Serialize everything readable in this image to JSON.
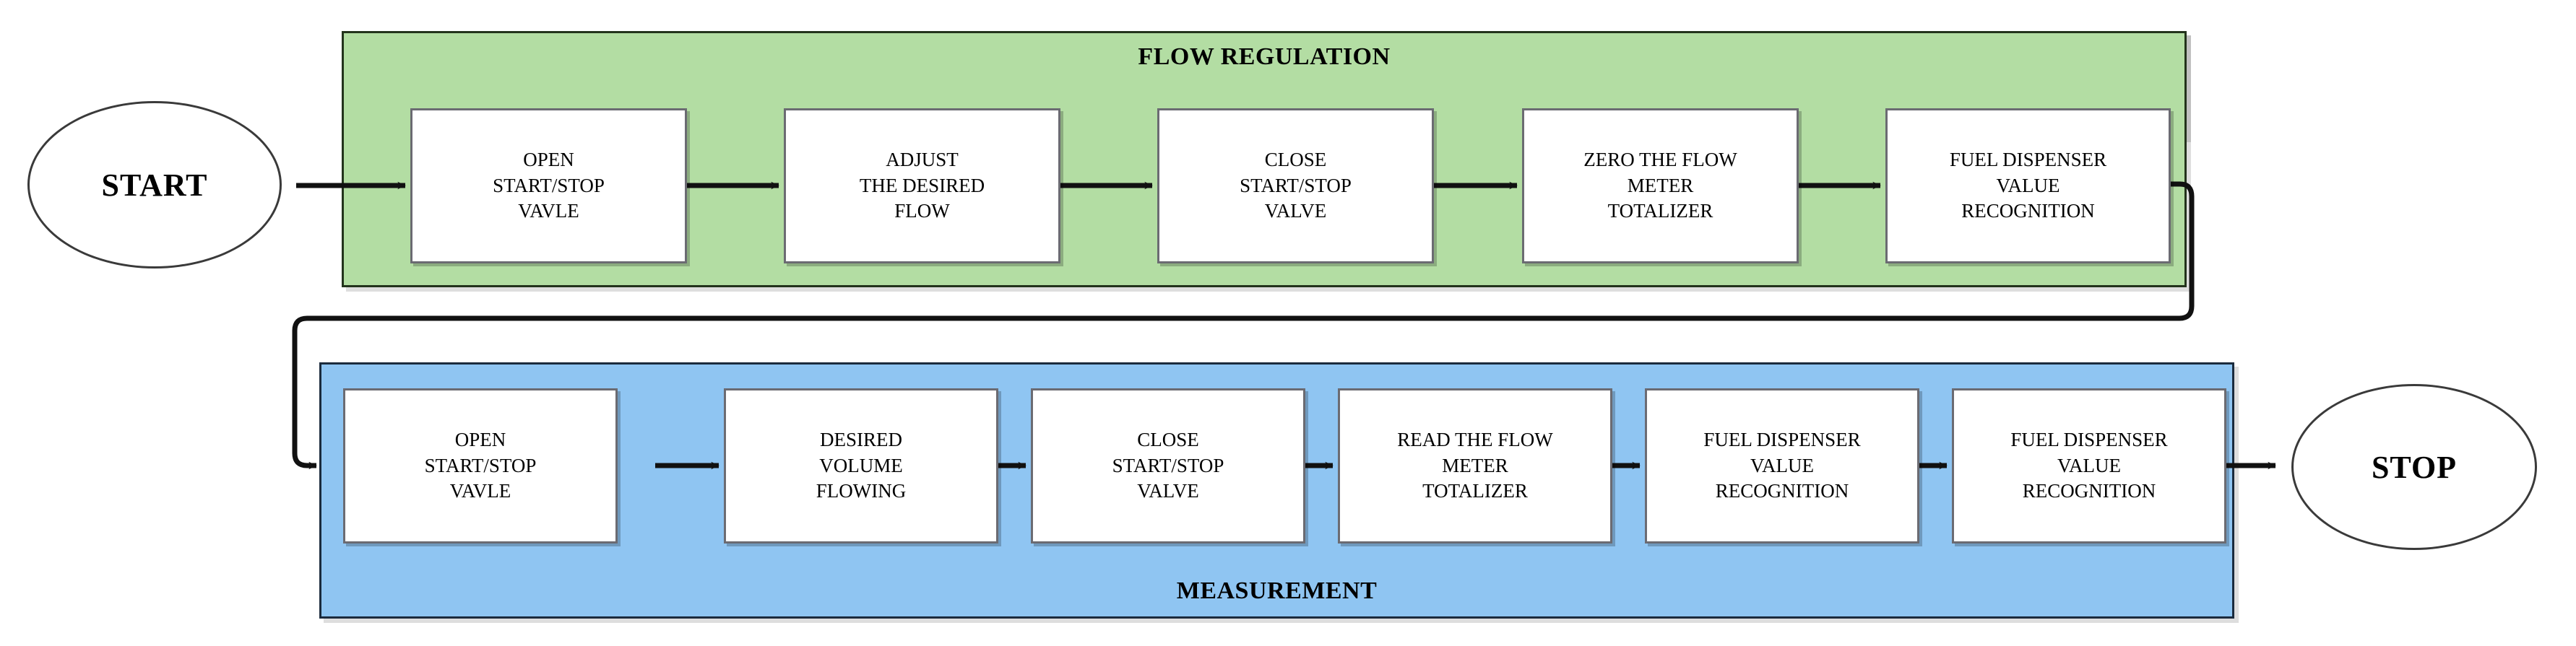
{
  "diagram": {
    "title": "Fuel dispenser flow regulation and measurement procedure flowchart",
    "colors": {
      "panel_flow_regulation": "#b3dda3",
      "panel_measurement": "#8fc5f2",
      "box_fill": "#ffffff",
      "box_border": "#6b6b72",
      "connector": "#1a1a1a",
      "text": "#000000",
      "background": "#ffffff"
    }
  },
  "terminators": {
    "start": {
      "label": "START"
    },
    "stop": {
      "label": "STOP"
    }
  },
  "panels": [
    {
      "id": "flow-regulation",
      "title": "FLOW REGULATION",
      "title_position": "top",
      "color": "#b3dda3",
      "steps": [
        {
          "id": "open-start-stop-vavle-1",
          "lines": [
            "OPEN",
            "START/STOP",
            "VAVLE"
          ]
        },
        {
          "id": "adjust-the-desired-flow",
          "lines": [
            "ADJUST",
            "THE DESIRED",
            "FLOW"
          ]
        },
        {
          "id": "close-start-stop-valve-1",
          "lines": [
            "CLOSE",
            "START/STOP",
            "VALVE"
          ]
        },
        {
          "id": "zero-the-flow-meter-totalizer",
          "lines": [
            "ZERO THE FLOW",
            "METER",
            "TOTALIZER"
          ]
        },
        {
          "id": "fuel-dispenser-value-recognition-1",
          "lines": [
            "FUEL DISPENSER",
            "VALUE",
            "RECOGNITION"
          ]
        }
      ]
    },
    {
      "id": "measurement",
      "title": "MEASUREMENT",
      "title_position": "bottom",
      "color": "#8fc5f2",
      "steps": [
        {
          "id": "open-start-stop-vavle-2",
          "lines": [
            "OPEN",
            "START/STOP",
            "VAVLE"
          ]
        },
        {
          "id": "desired-volume-flowing",
          "lines": [
            "DESIRED",
            "VOLUME",
            "FLOWING"
          ]
        },
        {
          "id": "close-start-stop-valve-2",
          "lines": [
            "CLOSE",
            "START/STOP",
            "VALVE"
          ]
        },
        {
          "id": "read-the-flow-meter-totalizer",
          "lines": [
            "READ THE FLOW",
            "METER",
            "TOTALIZER"
          ]
        },
        {
          "id": "fuel-dispenser-value-recognition-2",
          "lines": [
            "FUEL DISPENSER",
            "VALUE",
            "RECOGNITION"
          ]
        },
        {
          "id": "fuel-dispenser-value-recognition-3",
          "lines": [
            "FUEL DISPENSER",
            "VALUE",
            "RECOGNITION"
          ]
        }
      ]
    }
  ],
  "connectors": [
    {
      "id": "start-to-step1",
      "type": "arrow-right"
    },
    {
      "id": "green-step1-to-step2",
      "type": "arrow-right"
    },
    {
      "id": "green-step2-to-step3",
      "type": "arrow-right"
    },
    {
      "id": "green-step3-to-step4",
      "type": "arrow-right"
    },
    {
      "id": "green-step4-to-step5",
      "type": "arrow-right"
    },
    {
      "id": "green-row-to-blue-row-loopback",
      "type": "elbow-loop"
    },
    {
      "id": "blue-step1-to-step2",
      "type": "arrow-right"
    },
    {
      "id": "blue-step2-to-step3",
      "type": "arrow-right"
    },
    {
      "id": "blue-step3-to-step4",
      "type": "arrow-right"
    },
    {
      "id": "blue-step4-to-step5",
      "type": "arrow-right"
    },
    {
      "id": "blue-step5-to-step6",
      "type": "arrow-right"
    },
    {
      "id": "blue-step6-to-stop",
      "type": "arrow-right"
    }
  ]
}
